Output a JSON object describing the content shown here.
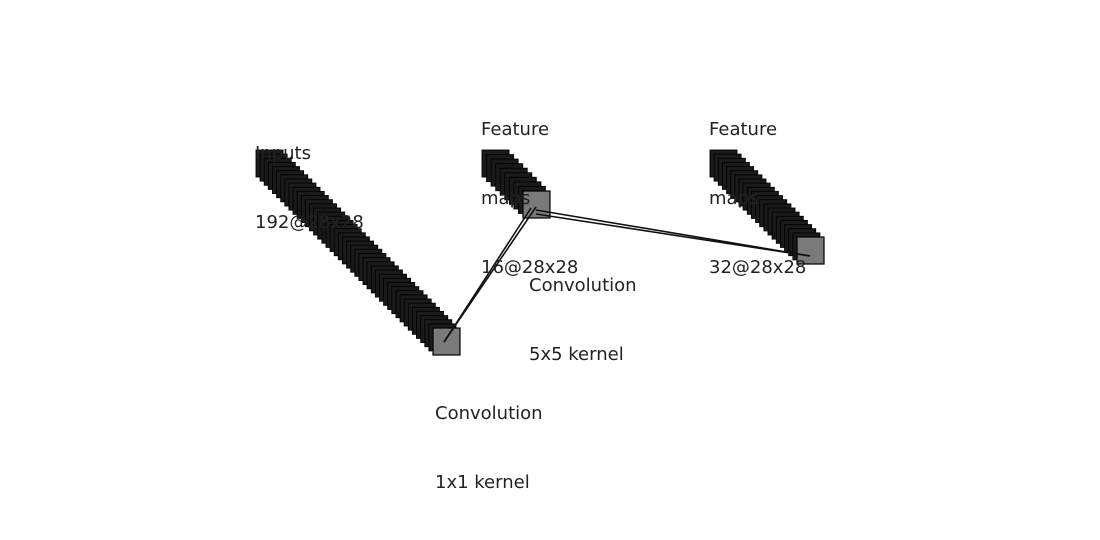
{
  "layers": [
    {
      "id": "inputs",
      "label": [
        "Inputs",
        "192@28x28"
      ],
      "maps": 192,
      "size": "28x28"
    },
    {
      "id": "fm1",
      "label": [
        "Feature",
        "maps",
        "16@28x28"
      ],
      "maps": 16,
      "size": "28x28"
    },
    {
      "id": "fm2",
      "label": [
        "Feature",
        "maps",
        "32@28x28"
      ],
      "maps": 32,
      "size": "28x28"
    }
  ],
  "operations": [
    {
      "id": "conv1",
      "label": [
        "Convolution",
        "1x1 kernel"
      ]
    },
    {
      "id": "conv2",
      "label": [
        "Convolution",
        "5x5 kernel"
      ]
    }
  ],
  "colors": {
    "map_face": "#1a1a1a",
    "front_face": "#7a7a7a",
    "edge": "#000000",
    "text": "#222222"
  }
}
